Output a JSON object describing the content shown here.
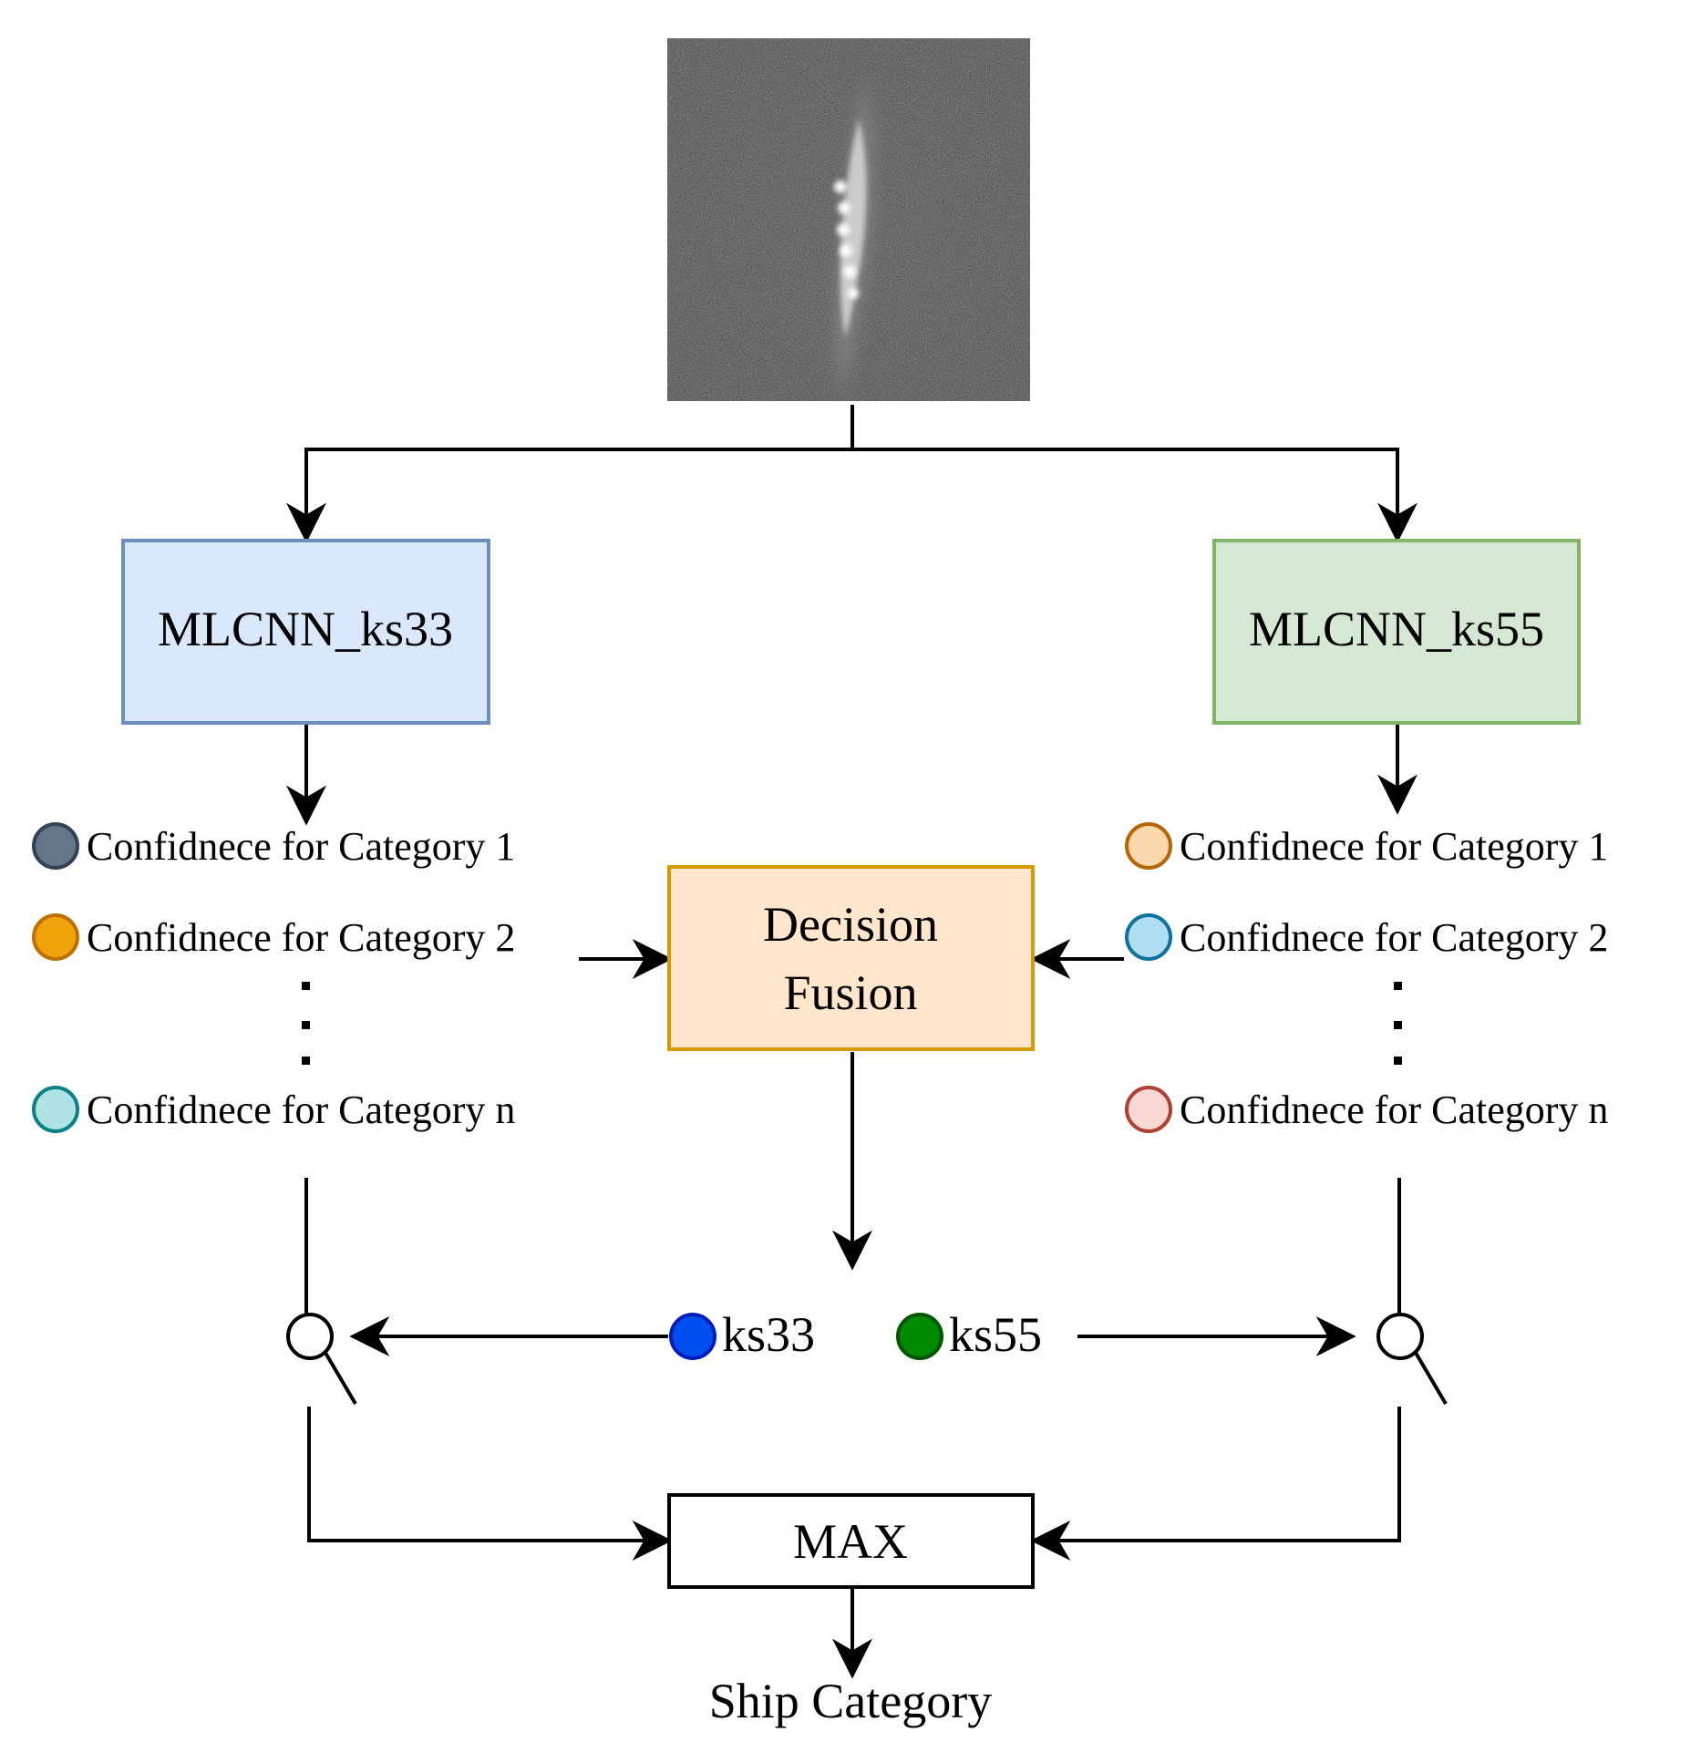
{
  "blocks": {
    "left_model": "MLCNN_ks33",
    "right_model": "MLCNN_ks55",
    "fusion_line1": "Decision",
    "fusion_line2": "Fusion",
    "max": "MAX",
    "output": "Ship Category"
  },
  "left_confidences": [
    "Confidnece for Category 1",
    "Confidnece for Category 2",
    "Confidnece for Category n"
  ],
  "right_confidences": [
    "Confidnece for Category 1",
    "Confidnece for Category 2",
    "Confidnece for Category n"
  ],
  "switch_labels": {
    "ks33": "ks33",
    "ks55": "ks55"
  },
  "colors": {
    "left_model_fill": "#dae8fc",
    "left_model_stroke": "#6c8ebf",
    "right_model_fill": "#d5e8d4",
    "right_model_stroke": "#82b366",
    "fusion_fill": "#ffe6cc",
    "fusion_stroke": "#d79b00",
    "left_dot1_fill": "#647687",
    "left_dot1_stroke": "#314354",
    "left_dot2_fill": "#f0a30a",
    "left_dot2_stroke": "#bd7000",
    "left_dotn_fill": "#b0e3e6",
    "left_dotn_stroke": "#0e8088",
    "right_dot1_fill": "#fad7ac",
    "right_dot1_stroke": "#b46504",
    "right_dot2_fill": "#b1ddf0",
    "right_dot2_stroke": "#10739e",
    "right_dotn_fill": "#fad9d5",
    "right_dotn_stroke": "#ae4132",
    "ks33_fill": "#0050ef",
    "ks33_stroke": "#001dbc",
    "ks55_fill": "#008a00",
    "ks55_stroke": "#005700"
  }
}
